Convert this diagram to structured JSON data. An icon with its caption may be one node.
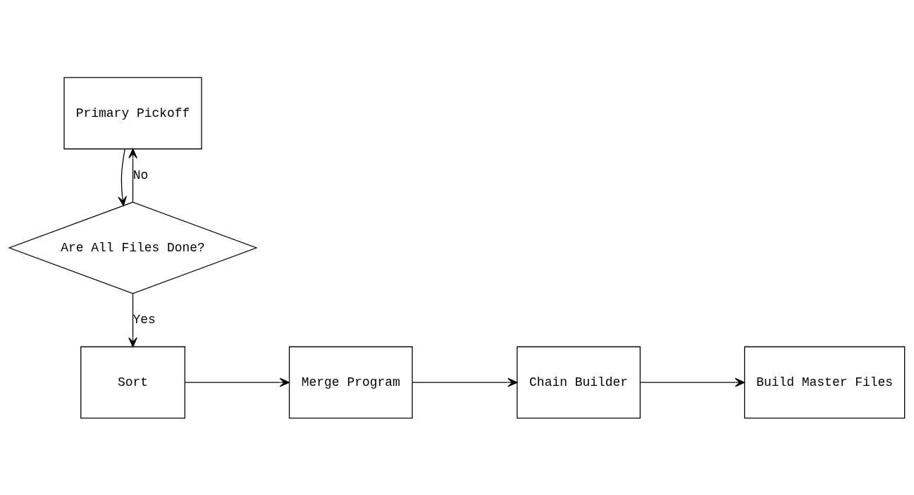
{
  "diagram": {
    "nodes": [
      {
        "text": [
          "Primary Pickoff"
        ]
      },
      {
        "text": [
          "Are All Files Done?"
        ]
      },
      {
        "text": [
          "Sort"
        ]
      },
      {
        "text": [
          "Merge Program"
        ]
      },
      {
        "text": [
          "Chain Builder"
        ]
      },
      {
        "text": [
          "Build Master Files"
        ]
      }
    ],
    "edges": [
      {
        "from": 0,
        "to": 1,
        "arrow": "to"
      },
      {
        "from": 1,
        "to": 0,
        "arrow": "to",
        "label": "No"
      },
      {
        "from": 1,
        "to": 2,
        "arrow": "to",
        "label": "Yes"
      },
      {
        "from": 2,
        "to": 3,
        "arrow": "to"
      },
      {
        "from": 3,
        "to": 4,
        "arrow": "to"
      },
      {
        "from": 4,
        "to": 5,
        "arrow": "to"
      }
    ]
  }
}
